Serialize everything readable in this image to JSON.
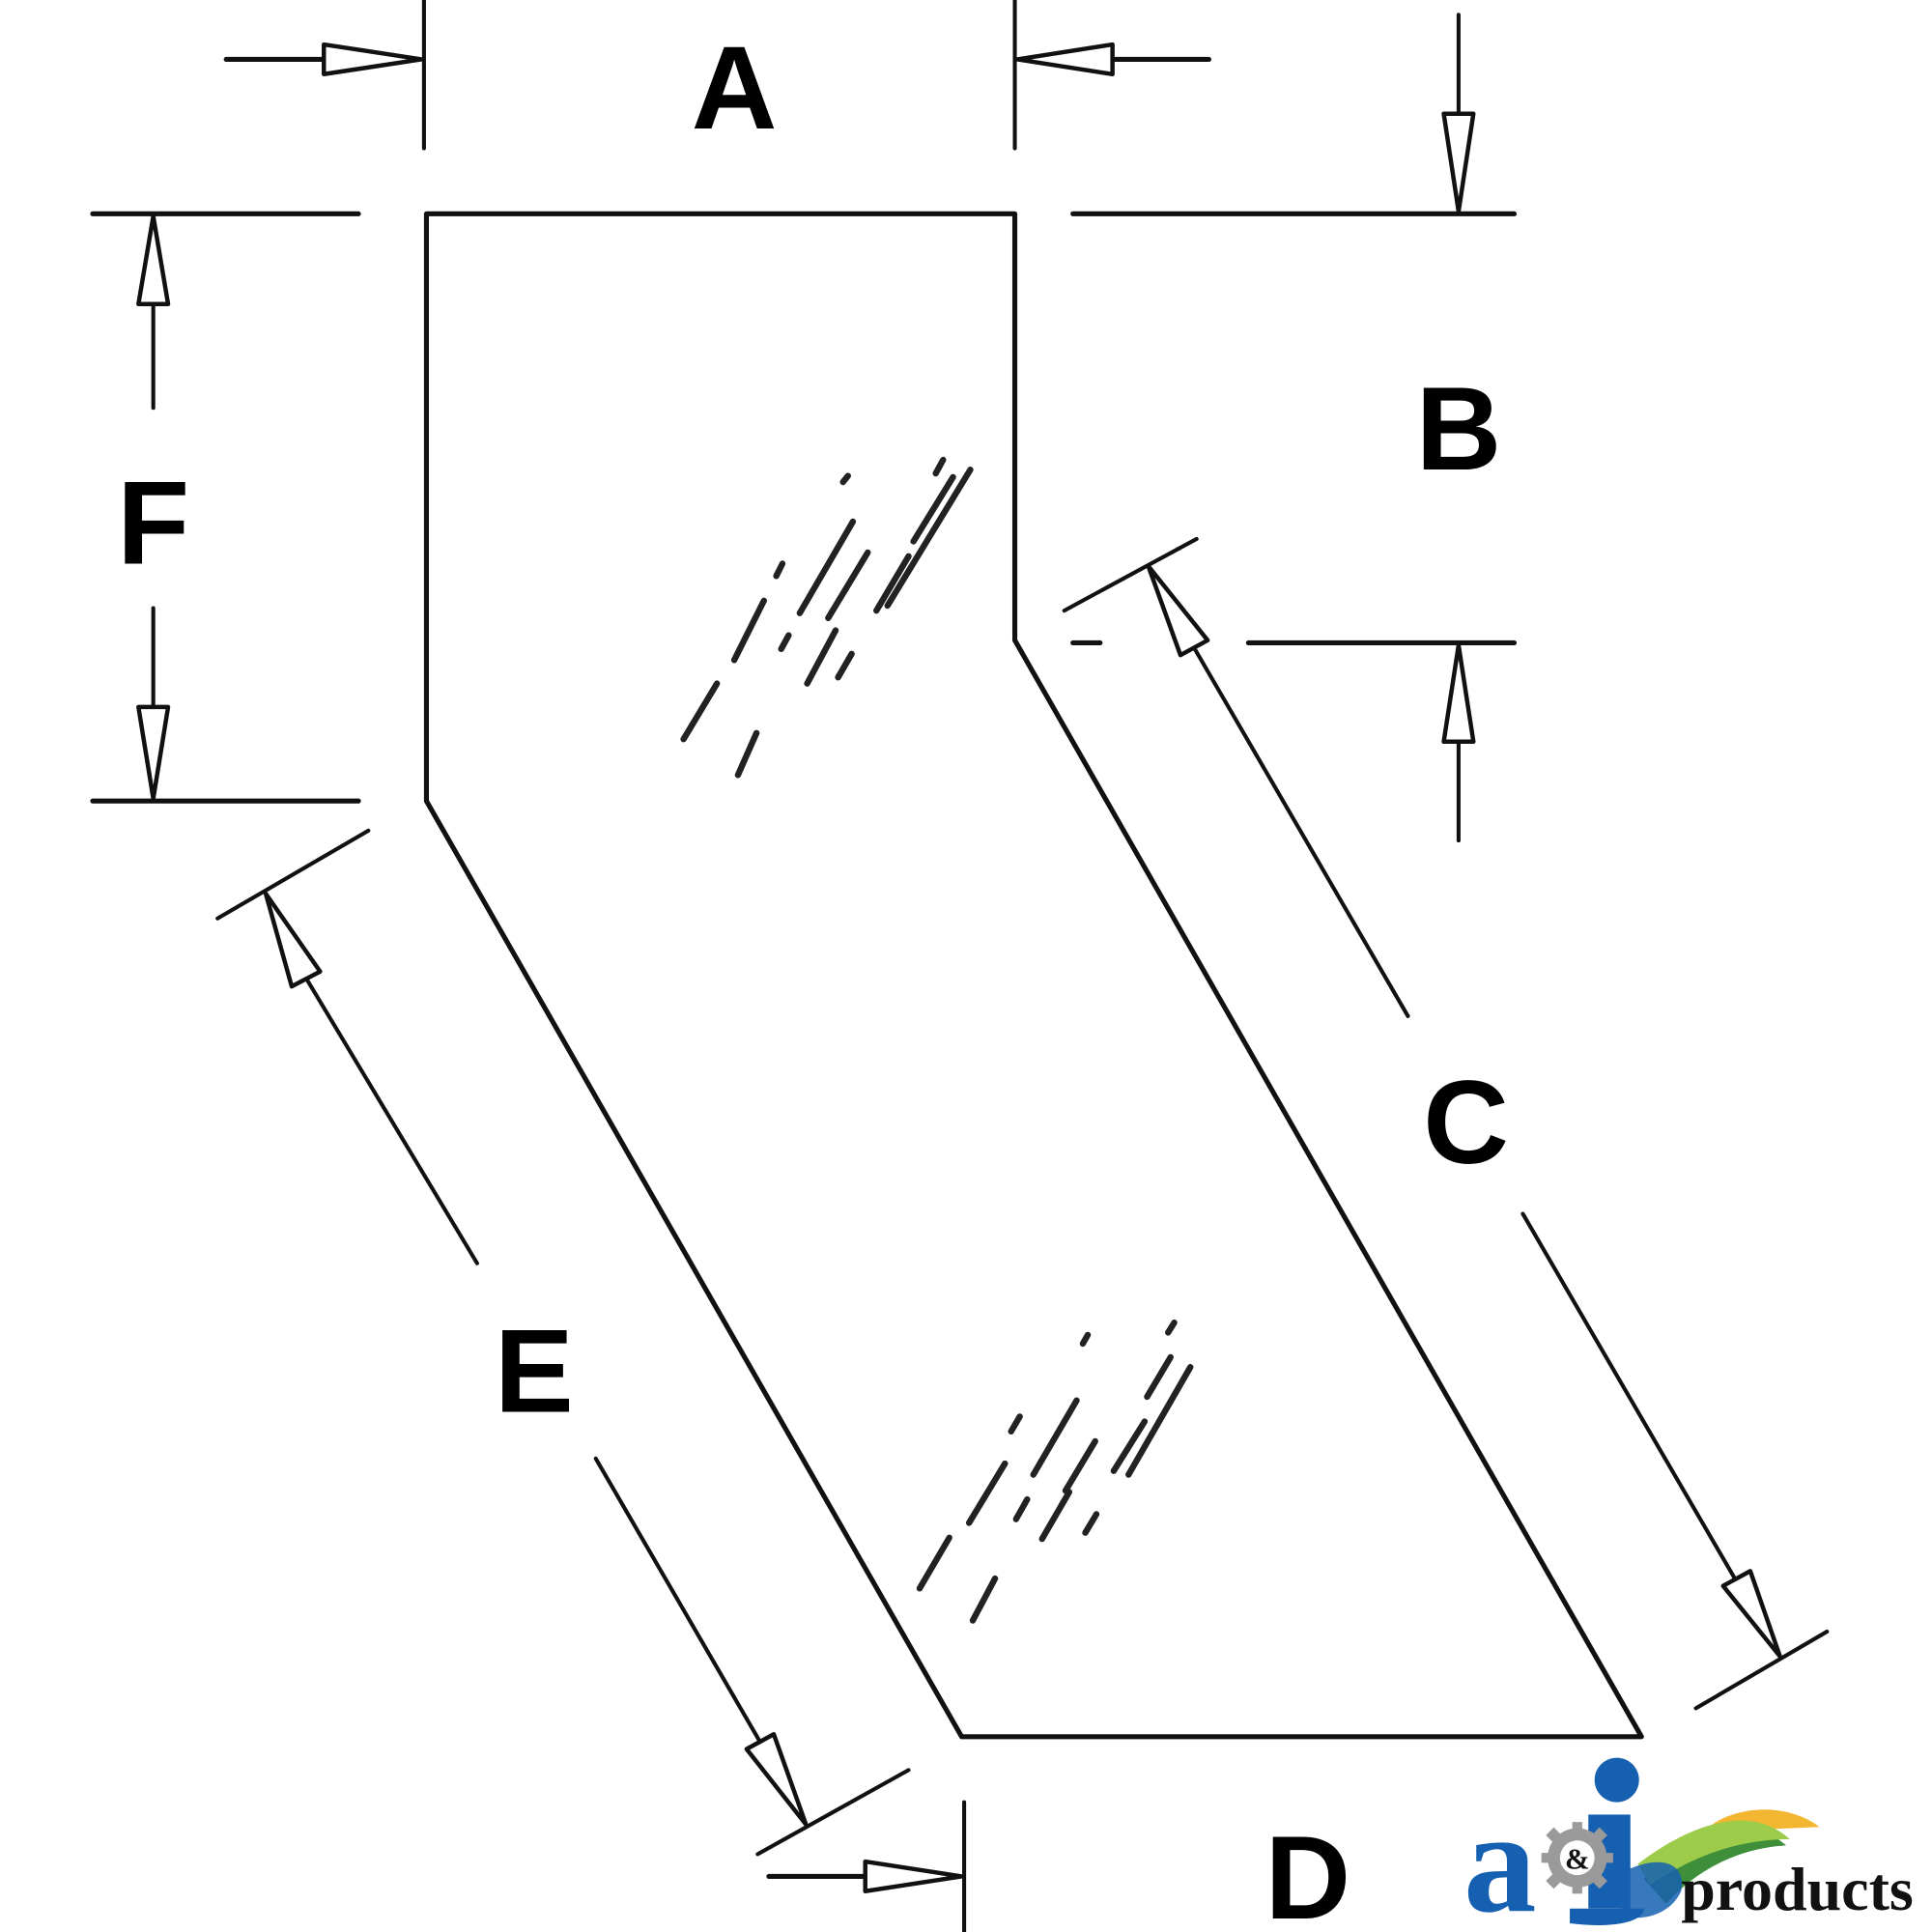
{
  "diagram": {
    "title": "Glass dimension diagram",
    "labels": {
      "A": "A",
      "B": "B",
      "C": "C",
      "D": "D",
      "E": "E",
      "F": "F"
    },
    "line_color": "#111111",
    "background": "#ffffff"
  },
  "logo": {
    "letter_a": "a",
    "ampersand": "&",
    "letter_i": "i",
    "wordmark": "products",
    "colors": {
      "blue": "#1560b0",
      "gear": "#9a9a9a",
      "sun": "#f2b631",
      "green_light": "#9ccc4a",
      "green_dark": "#3f8f3a"
    }
  }
}
